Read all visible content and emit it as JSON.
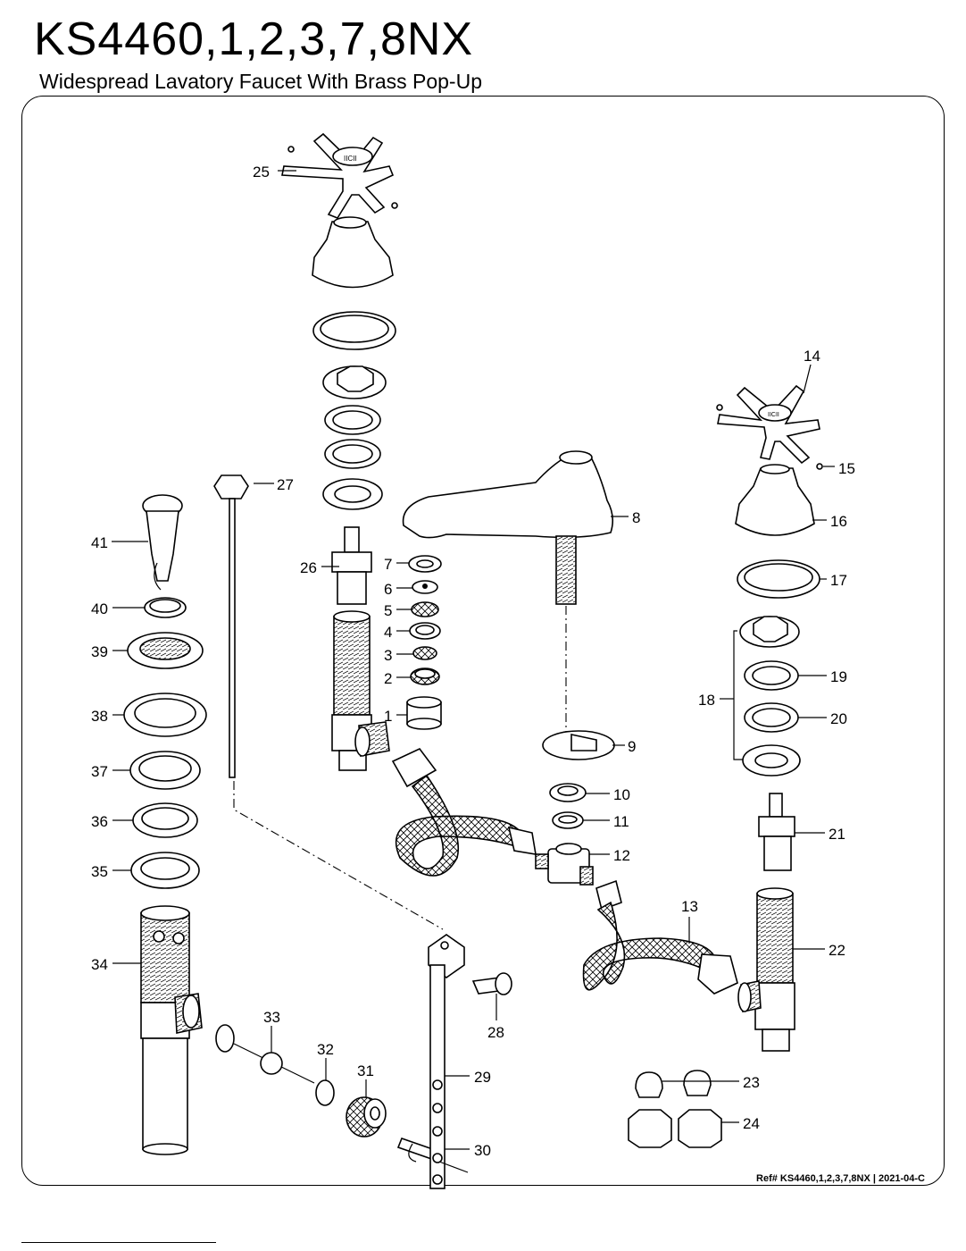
{
  "header": {
    "model": "KS4460,1,2,3,7,8NX",
    "description": "Widespread Lavatory Faucet With Brass Pop-Up"
  },
  "footer": {
    "reference": "Ref# KS4460,1,2,3,7,8NX | 2021-04-C"
  },
  "handle_cap_text": "IICII",
  "callouts": {
    "n1": "1",
    "n2": "2",
    "n3": "3",
    "n4": "4",
    "n5": "5",
    "n6": "6",
    "n7": "7",
    "n8": "8",
    "n9": "9",
    "n10": "10",
    "n11": "11",
    "n12": "12",
    "n13": "13",
    "n14": "14",
    "n15": "15",
    "n16": "16",
    "n17": "17",
    "n18": "18",
    "n19": "19",
    "n20": "20",
    "n21": "21",
    "n22": "22",
    "n23": "23",
    "n24": "24",
    "n25": "25",
    "n26": "26",
    "n27": "27",
    "n28": "28",
    "n29": "29",
    "n30": "30",
    "n31": "31",
    "n32": "32",
    "n33": "33",
    "n34": "34",
    "n35": "35",
    "n36": "36",
    "n37": "37",
    "n38": "38",
    "n39": "39",
    "n40": "40",
    "n41": "41"
  }
}
